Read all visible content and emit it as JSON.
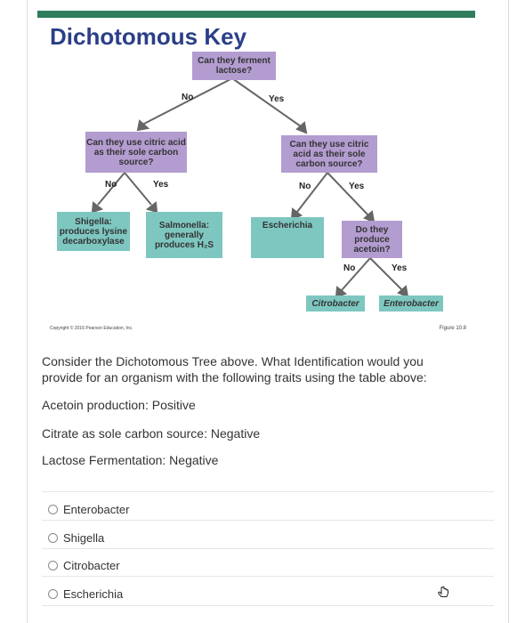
{
  "figure": {
    "title": "Dichotomous Key",
    "copyright": "Copyright © 2016 Pearson Education, Inc.",
    "figure_ref": "Figure 10.8",
    "nodes": {
      "root": "Can they ferment lactose?",
      "left_question": "Can they use citric acid as their sole carbon source?",
      "right_question": "Can they use citric acid as their sole carbon source?",
      "acetoin_question": "Do they produce acetoin?",
      "shigella": "Shigella: produces lysine decarboxylase",
      "salmonella": "Salmonella: generally produces H₂S",
      "escherichia": "Escherichia",
      "citrobacter": "Citrobacter",
      "enterobacter": "Enterobacter"
    },
    "branches": {
      "root_no": "No",
      "root_yes": "Yes",
      "left_no": "No",
      "left_yes": "Yes",
      "right_no": "No",
      "right_yes": "Yes",
      "acetoin_no": "No",
      "acetoin_yes": "Yes"
    },
    "colors": {
      "question": "#b39cd0",
      "answer": "#7ec7c0",
      "bar": "#2f7d5b",
      "title": "#2b3f87"
    }
  },
  "question": {
    "line1": "Consider the Dichotomous Tree above. What Identification would you",
    "line2": "provide for an organism with the following traits using the table above:",
    "trait1": "Acetoin production: Positive",
    "trait2": "Citrate as sole carbon source: Negative",
    "trait3": "Lactose Fermentation: Negative"
  },
  "options": [
    "Enterobacter",
    "Shigella",
    "Citrobacter",
    "Escherichia"
  ]
}
